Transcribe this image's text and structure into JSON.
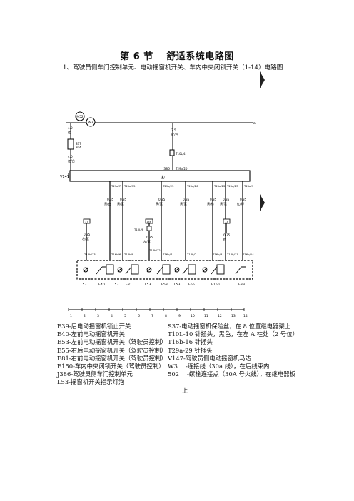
{
  "heading": {
    "title": "第 6 节　 舒适系统电路图",
    "subtitle": "1、驾驶员侧车门控制单元、电动摇窗机开关、车内中央闭锁开关（1-14）电路图"
  },
  "diagram": {
    "labels": {
      "m52": "M52",
      "w3": "W3",
      "wire_left": "4.0",
      "wire_left_color": "红",
      "fuse": "S37",
      "fuse_val": "30A",
      "wire_left2": "4.0",
      "wire_left2_color": "红/白",
      "wire_top": "2.5",
      "wire_top_color": "红/白",
      "t10l": "T10L/4",
      "j386": "J386",
      "j386_pin": "T29a/20",
      "v147": "V147",
      "node": "⑥",
      "a_mark": "a",
      "t29_1": "T29a/7",
      "t29_2": "T29a/15",
      "t29_3": "T29a/25",
      "t29_4": "T29a/26",
      "t29_5": "T29a/22",
      "t29_6": "T29a/23",
      "t29_7": "T29a/9",
      "w1": "0.35",
      "w1c": "黄/白",
      "w2": "0.35",
      "w2c": "黄/蓝",
      "w3v": "0.35",
      "w3c": "黄/蓝",
      "w4": "0.35",
      "w4c": "黄/蓝",
      "w5": "0.35",
      "w5c": "黄/棕",
      "w6": "0.35",
      "w6c": "黄/黑",
      "w7": "0.35",
      "w7c": "红/绿",
      "box37": "37",
      "box186": "186",
      "box13": "13",
      "t10l6": "T10L/6",
      "lw1": "0.35",
      "lw1c": "灰/蓝",
      "lw2": "0.35",
      "lw2c": "灰/蓝",
      "lw3": "0.35",
      "lw3c": "棕",
      "p1": "T16b/13",
      "p2": "T16b/6",
      "p3": "T16b/8",
      "p4": "T16b/12",
      "p5": "T16b/4",
      "p6": "T16b/2",
      "p7": "T16b/3",
      "p8": "T16b/11",
      "p9": "T16b/14",
      "c1": "L53",
      "c2": "E40",
      "c3": "L53",
      "c4": "E81",
      "c5": "L53",
      "c6": "E53",
      "c7": "L53",
      "c8": "E55",
      "c9": "E150",
      "c10": "E39"
    },
    "scale": [
      "1",
      "2",
      "3",
      "4",
      "5",
      "6",
      "7",
      "8",
      "9",
      "10",
      "11",
      "12",
      "13",
      "14"
    ]
  },
  "legend": {
    "rows": [
      {
        "left": "E39-后电动摇窗机锁止开关",
        "right": "S37-电动摇窗机保险丝，在 8 位置继电器架上"
      },
      {
        "left": "E40-左前电动摇窗机开关",
        "right": "T10L-10 针插头，黑色，在左 A 柱处（2 号位）"
      },
      {
        "left": "E53-左前电动摇窗机开关（驾驶员控制）",
        "right": "T16b-16 针插头"
      },
      {
        "left": "E55-右后电动摇窗机开关（驾驶员控制）",
        "right": "T29a-29 针插头"
      },
      {
        "left": "E81-右前电动摇窗机开关（驾驶员控制）",
        "right": "V147-驾驶员侧电动摇窗机马达"
      },
      {
        "left": "E150-车内中央闭锁开关（驾驶员控制）",
        "right": "W3 　-连接线（30a 线），在后线束内"
      },
      {
        "left": "J386-驾驶员侧车门控制单元",
        "right": "502 　-螺栓连接点（30A 号火线），在继电器板"
      },
      {
        "left": "L53-摇窗机开关指示灯泡",
        "right": ""
      }
    ],
    "continuation": "上"
  }
}
